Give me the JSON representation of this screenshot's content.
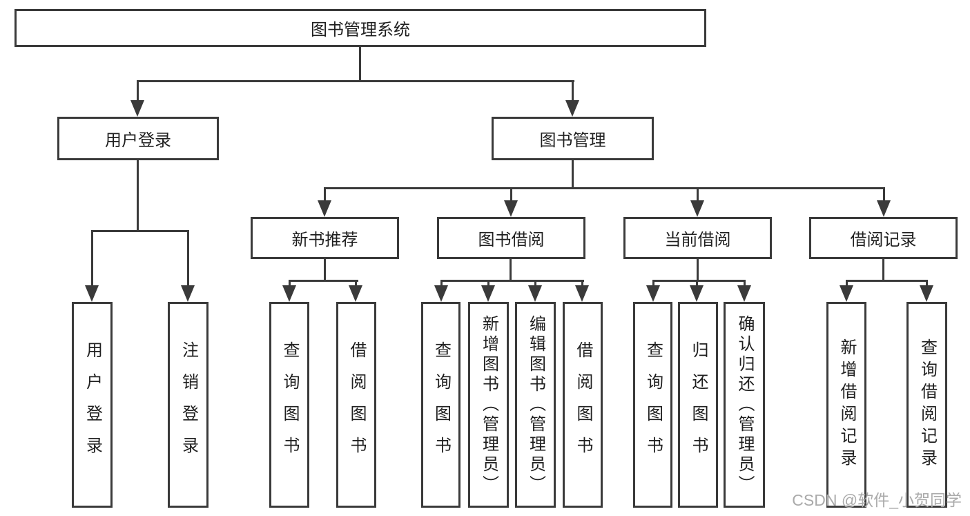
{
  "colors": {
    "line": "#3a3a3a",
    "box_border": "#3a3a3a",
    "text": "#1f1f1f",
    "background": "#ffffff",
    "watermark": "#aaaaaa"
  },
  "tree": {
    "label": "图书管理系统",
    "children": [
      {
        "label": "用户登录",
        "children": [
          {
            "label": "用户登录"
          },
          {
            "label": "注销登录"
          }
        ]
      },
      {
        "label": "图书管理",
        "children": [
          {
            "label": "新书推荐",
            "children": [
              {
                "label": "查询图书"
              },
              {
                "label": "借阅图书"
              }
            ]
          },
          {
            "label": "图书借阅",
            "children": [
              {
                "label": "查询图书"
              },
              {
                "label": "新增图书（管理员）"
              },
              {
                "label": "编辑图书（管理员）"
              },
              {
                "label": "借阅图书"
              }
            ]
          },
          {
            "label": "当前借阅",
            "children": [
              {
                "label": "查询图书"
              },
              {
                "label": "归还图书"
              },
              {
                "label": "确认归还（管理员）"
              }
            ]
          },
          {
            "label": "借阅记录",
            "children": [
              {
                "label": "新增借阅记录"
              },
              {
                "label": "查询借阅记录"
              }
            ]
          }
        ]
      }
    ]
  },
  "watermark": {
    "text": "CSDN @软件_小贺同学"
  }
}
